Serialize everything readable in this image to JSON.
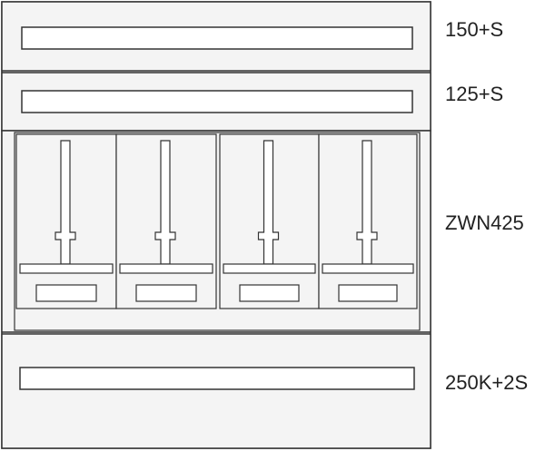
{
  "colors": {
    "stroke": "#333333",
    "panel_fill": "#f4f4f4",
    "inner_fill": "#ffffff",
    "text": "#222222",
    "background": "#ffffff"
  },
  "sections": [
    {
      "label": "150+S"
    },
    {
      "label": "125+S"
    },
    {
      "label": "ZWN425"
    },
    {
      "label": "250K+2S"
    }
  ],
  "meter_bays": [
    {
      "bay": 1
    },
    {
      "bay": 2
    },
    {
      "bay": 3
    },
    {
      "bay": 4
    }
  ]
}
